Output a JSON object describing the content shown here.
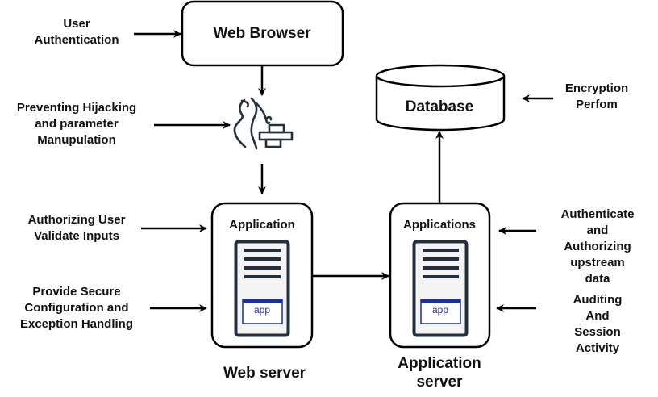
{
  "diagram": {
    "nodes": {
      "web_browser": {
        "label": "Web Browser"
      },
      "firewall": {
        "icon": "firewall-icon"
      },
      "database": {
        "label": "Database"
      },
      "web_server": {
        "inner_label": "Application",
        "caption": "Web server",
        "app_tag": "app",
        "icon": "server-icon"
      },
      "app_server": {
        "inner_label": "Applications",
        "caption": "Application\nserver",
        "app_tag": "app",
        "icon": "server-icon"
      }
    },
    "annotations": {
      "user_auth": "User\nAuthentication",
      "hijacking": "Preventing Hijacking\nand parameter\nManupulation",
      "authorizing": "Authorizing User\nValidate Inputs",
      "secure_config": "Provide Secure\nConfiguration and\nException Handling",
      "encryption": "Encryption\nPerfom",
      "authenticate_upstream": "Authenticate\nand Authorizing\nupstream data",
      "auditing": "Auditing And\nSession Activity"
    },
    "edges": [
      {
        "from": "User Authentication",
        "to": "Web Browser"
      },
      {
        "from": "Web Browser",
        "to": "Firewall"
      },
      {
        "from": "Preventing Hijacking and parameter Manupulation",
        "to": "Firewall"
      },
      {
        "from": "Firewall",
        "to": "Web server"
      },
      {
        "from": "Authorizing User Validate Inputs",
        "to": "Web server"
      },
      {
        "from": "Provide Secure Configuration and Exception Handling",
        "to": "Web server"
      },
      {
        "from": "Web server",
        "to": "Application server"
      },
      {
        "from": "Application server",
        "to": "Database"
      },
      {
        "from": "Encryption Perfom",
        "to": "Database"
      },
      {
        "from": "Authenticate and Authorizing upstream data",
        "to": "Application server"
      },
      {
        "from": "Auditing And Session Activity",
        "to": "Application server"
      }
    ],
    "colors": {
      "stroke": "#000000",
      "icon_dark": "#232f3e",
      "app_blue": "#1a2fa0",
      "server_body": "#f4f4f4"
    }
  }
}
